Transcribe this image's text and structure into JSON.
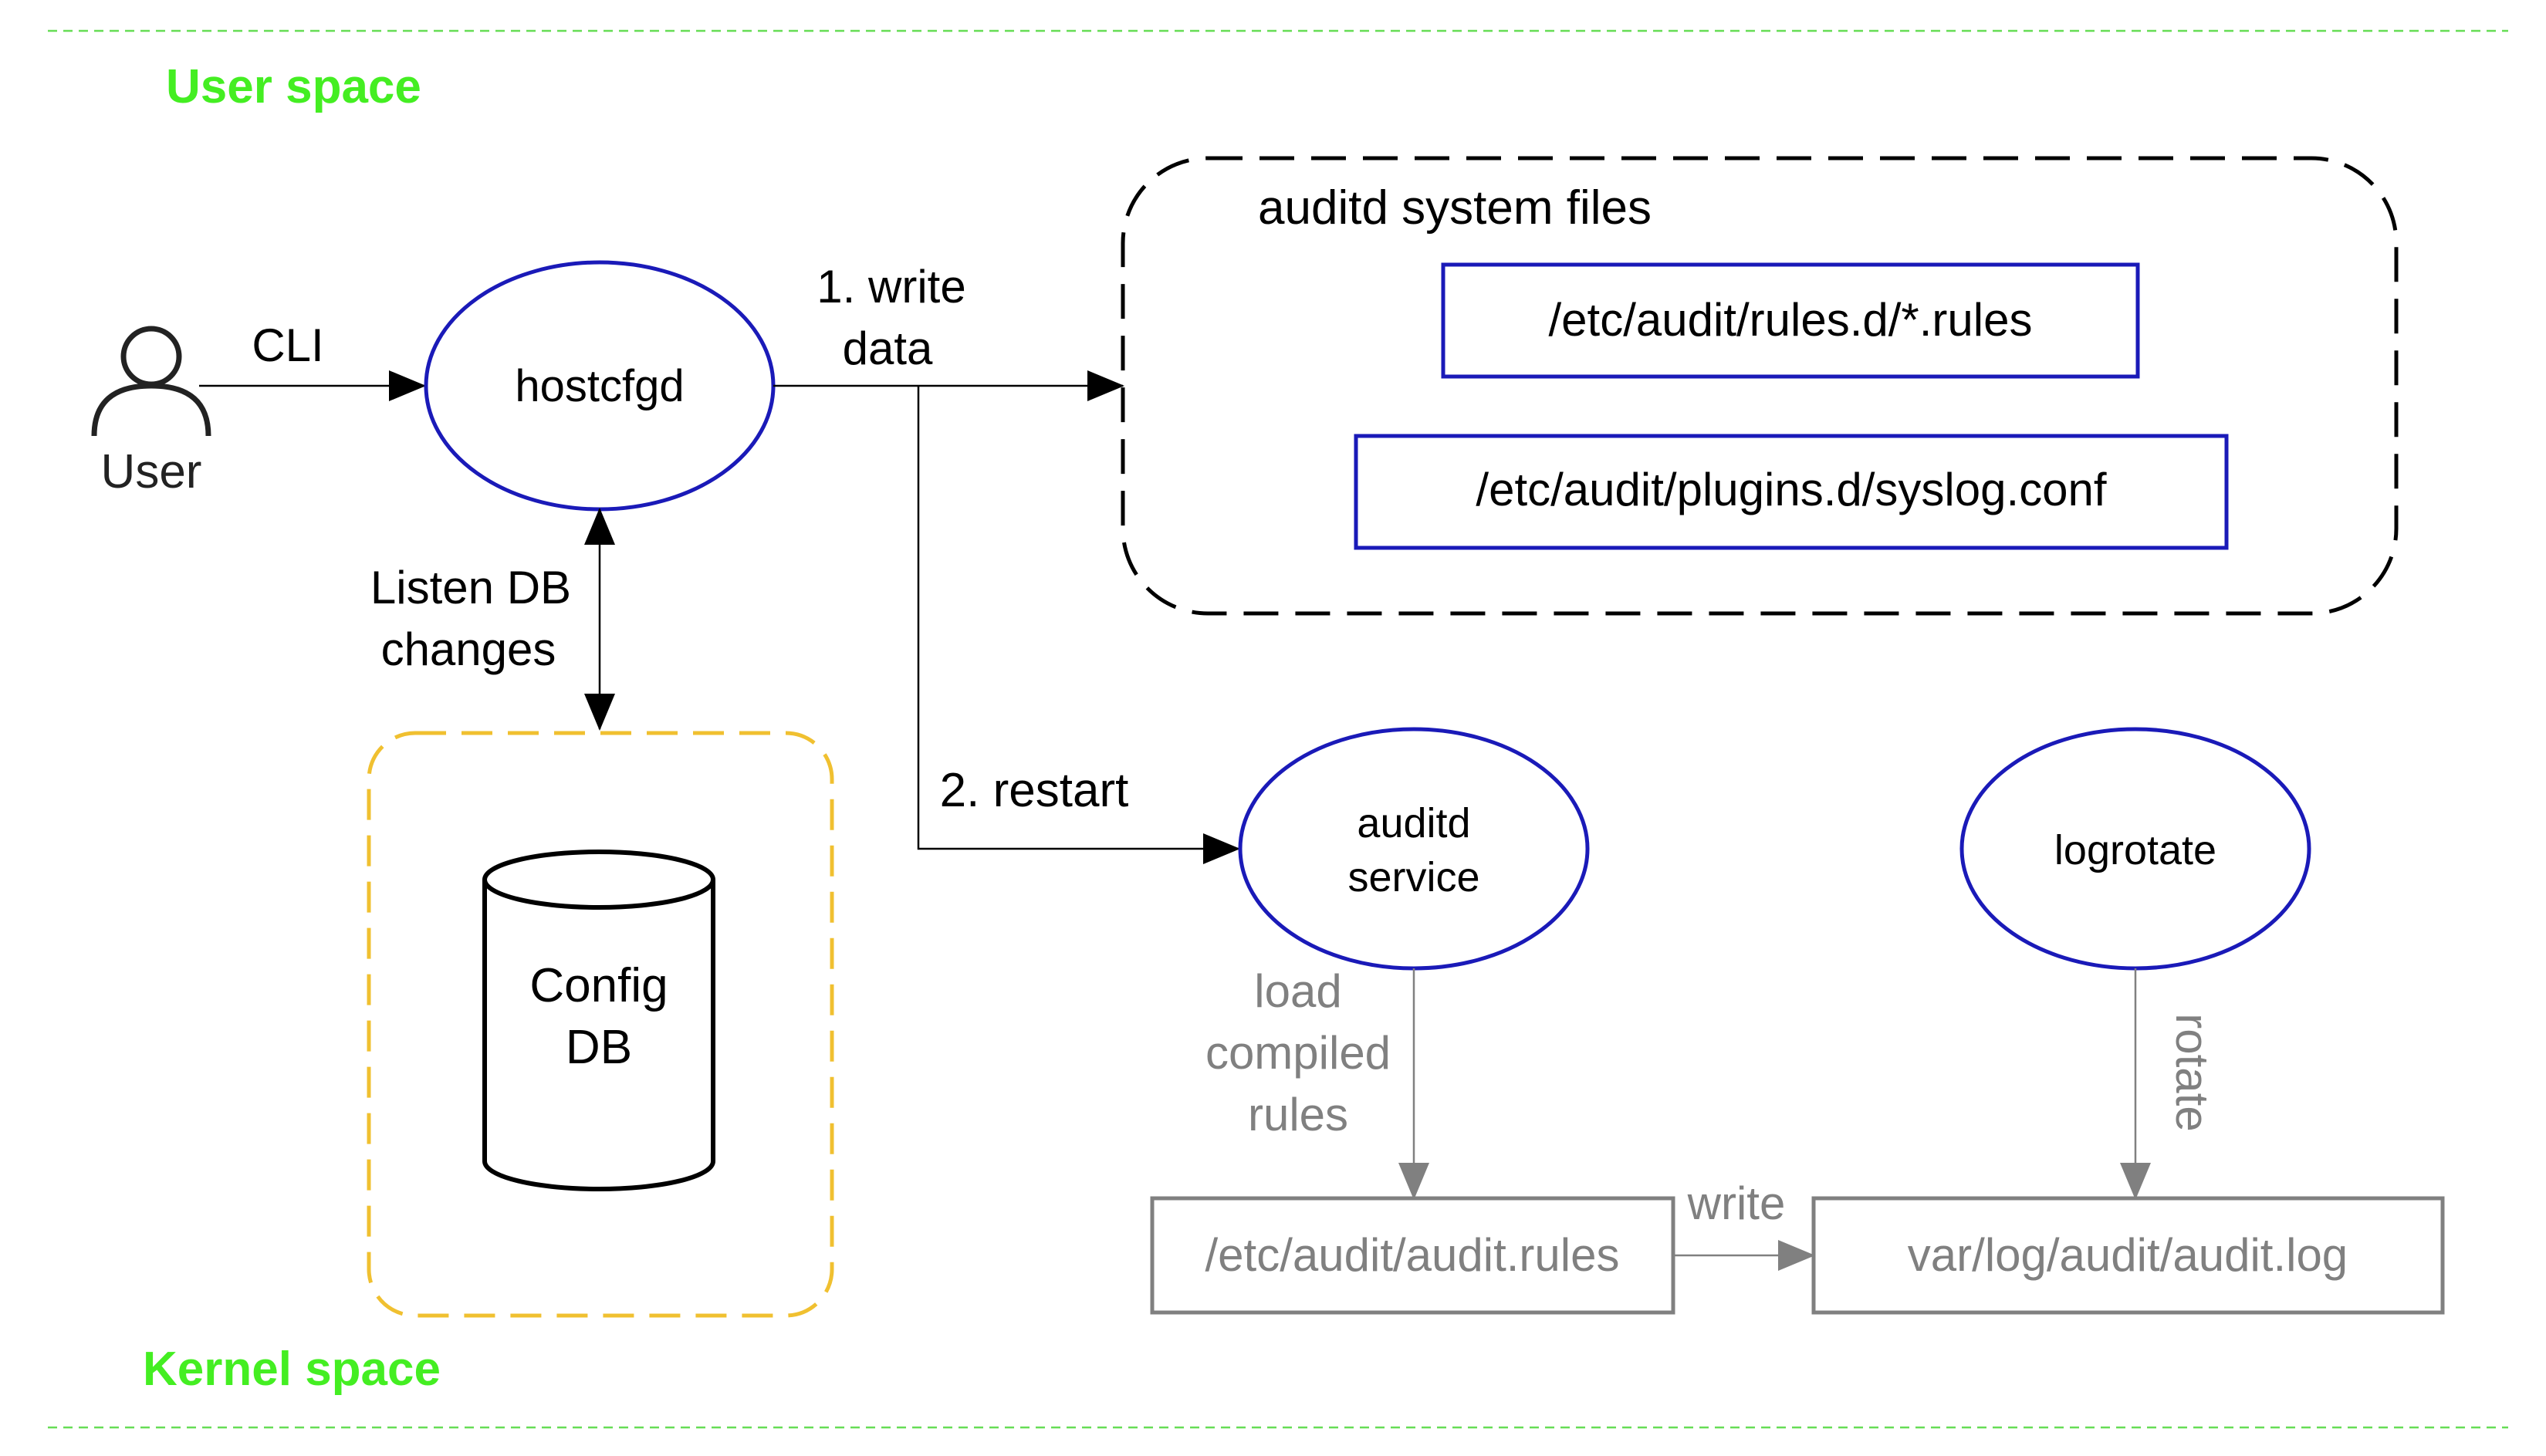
{
  "zones": {
    "user_space": "User space",
    "kernel_space": "Kernel space"
  },
  "actors": {
    "user": "User"
  },
  "edges": {
    "cli": "CLI",
    "write_data_1": "1. write",
    "write_data_2": "data",
    "listen_1": "Listen DB",
    "listen_2": "changes",
    "restart": "2. restart",
    "load_1": "load",
    "load_2": "compiled",
    "load_3": "rules",
    "rotate": "rotate",
    "write": "write"
  },
  "nodes": {
    "hostcfgd": "hostcfgd",
    "auditd_service_1": "auditd",
    "auditd_service_2": "service",
    "logrotate": "logrotate",
    "config_db_1": "Config",
    "config_db_2": "DB"
  },
  "files_group": {
    "title": "auditd system files",
    "rules_file": "/etc/audit/rules.d/*.rules",
    "syslog_conf": "/etc/audit/plugins.d/syslog.conf"
  },
  "outputs": {
    "audit_rules": "/etc/audit/audit.rules",
    "audit_log": "var/log/audit/audit.log"
  },
  "colors": {
    "zone_line": "#66dd55",
    "zone_text": "#44ee22",
    "node_border": "#1a1ab8",
    "db_group": "#f0c030",
    "gray": "#808080",
    "black": "#000000"
  }
}
